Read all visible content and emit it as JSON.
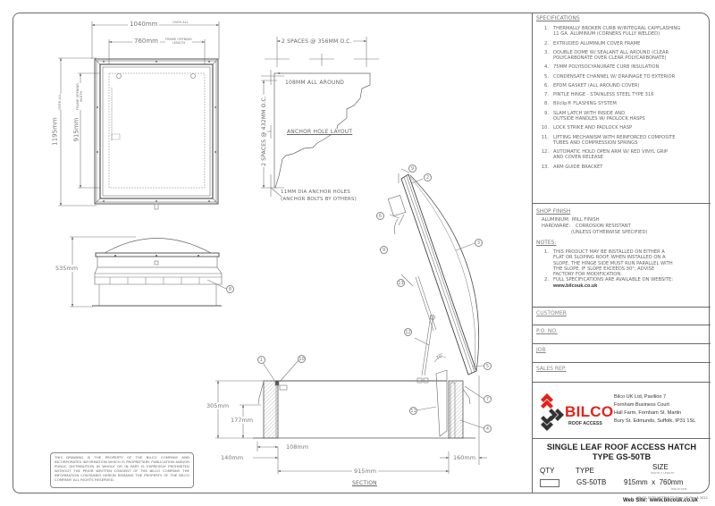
{
  "drawing": {
    "title_line1": "SINGLE LEAF ROOF ACCESS HATCH",
    "title_line2": "TYPE GS-50TB",
    "footer_code": "SD GS-50TB-METRIC TS Bilco UK Rev A 2021"
  },
  "plan_view": {
    "overall_width": "1040mm",
    "overall_width_note": "OVER ALL",
    "frame_opening_length": "760mm",
    "frame_opening_length_note_1": "FRAME OPENING",
    "frame_opening_length_note_2": "LENGTH",
    "overall_height": "1195mm",
    "overall_height_note": "OVER ALL",
    "frame_opening_width": "915mm",
    "frame_opening_width_note_1": "FRAME OPENING",
    "frame_opening_width_note_2": "WIDTH"
  },
  "anchor_layout": {
    "spacing_horizontal": "2 SPACES @ 356mm O.C.",
    "spacing_vertical": "2 SPACES @ 432mm O.C.",
    "offset": "108mm ALL AROUND",
    "title": "ANCHOR HOLE LAYOUT",
    "holes_note_1": "11mm DIA ANCHOR HOLES",
    "holes_note_2": "(ANCHOR BOLTS BY OTHERS)"
  },
  "elevation": {
    "height": "535mm",
    "balloon": "8"
  },
  "section": {
    "title": "SECTION",
    "curb_height": "305mm",
    "lower_height": "177mm",
    "inner_offset": "108mm",
    "left_width": "140mm",
    "right_width": "160mm",
    "opening": "915mm",
    "angle": "70°",
    "balloons": [
      "1",
      "10",
      "5",
      "7",
      "11",
      "4",
      "12",
      "13",
      "9",
      "6",
      "2",
      "3",
      "9"
    ]
  },
  "specifications": {
    "heading": "SPECIFICATIONS",
    "items": [
      {
        "num": "1.",
        "text": "THERMALLY BROKEN CURB W/INTEGRAL CAPFLASHING\n11 GA. ALUMINUM (CORNERS FULLY WELDED)"
      },
      {
        "num": "2.",
        "text": "EXTRUDED ALUMINUM COVER FRAME"
      },
      {
        "num": "3.",
        "text": "DOUBLE DOME W/ SEALANT ALL AROUND (CLEAR\nPOLYCARBONATE OVER CLEAR POLYCARBONATE)"
      },
      {
        "num": "4.",
        "text": "75mm POLYISOCYANURATE CURB INSULATION"
      },
      {
        "num": "5.",
        "text": "CONDENSATE CHANNEL W/ DRAINAGE TO EXTERIOR"
      },
      {
        "num": "6.",
        "text": "EPDM GASKET (ALL AROUND COVER)"
      },
      {
        "num": "7.",
        "text": "PINTLE HINGE - STAINLESS STEEL TYPE 316"
      },
      {
        "num": "8.",
        "text": "Bilclip® FLASHING SYSTEM"
      },
      {
        "num": "9.",
        "text": "SLAM LATCH WITH INSIDE AND\nOUTSIDE HANDLES W/ PADLOCK HASPS"
      },
      {
        "num": "10.",
        "text": "LOCK STRIKE AND PADLOCK HASP"
      },
      {
        "num": "11.",
        "text": "LIFTING MECHANISM WITH REINFORCED COMPOSITE\nTUBES AND COMPRESSION SPRINGS"
      },
      {
        "num": "12.",
        "text": "AUTOMATIC HOLD OPEN ARM W/ RED VINYL GRIP\nAND COVER RELEASE"
      },
      {
        "num": "13.",
        "text": "ARM GUIDE BRACKET"
      }
    ]
  },
  "shop_finish": {
    "heading": "SHOP FINISH",
    "aluminium_label": "ALUMINIUM:",
    "aluminium_value": "MILL FINISH",
    "hardware_label": "HARDWARE:",
    "hardware_value": "CORROSION RESISTANT",
    "hardware_note": "(UNLESS OTHERWISE SPECIFIED)"
  },
  "notes": {
    "heading": "NOTES:",
    "items": [
      {
        "num": "1.",
        "text": "THIS PRODUCT MAY BE INSTALLED ON EITHER A\nFLAT OR SLOPING ROOF. WHEN INSTALLED ON A\nSLOPE, THE HINGE SIDE MUST RUN PARALLEL WITH\nTHE SLOPE. IF SLOPE EXCEEDS 30°, ADVISE\nFACTORY FOR MODIFICATION."
      },
      {
        "num": "2.",
        "text": "FULL SPECIFICATIONS ARE AVAILABLE ON WEBSITE:"
      }
    ],
    "website": "www.bilcouk.co.uk"
  },
  "fields": {
    "customer": "CUSTOMER",
    "po_no": "P.O. NO.",
    "job": "JOB",
    "sales_rep": "SALES REP."
  },
  "company": {
    "logo_word": "BILCO",
    "logo_sub": "ROOF ACCESS",
    "address_1": "Bilco UK Ltd, Pavilion 7",
    "address_2": "Fornham Business Court",
    "address_3": "Hall Farm, Fornham St. Martin",
    "address_4": "Bury St. Edmunds, Suffolk, IP31 1SL",
    "brand_red": "#e2231a",
    "brand_dark": "#333333"
  },
  "order_table": {
    "qty_label": "QTY",
    "type_label": "TYPE",
    "size_label": "SIZE",
    "size_sub": "WIDTH x LENGTH",
    "qty_value": "",
    "type_value": "GS-50TB",
    "size_value": "915mm  x  760mm",
    "hinge_note": "HINGE SIDE",
    "web_label": "Web  Site:",
    "web_value": "www.bilcouk.co.uk"
  },
  "disclaimer": "THIS DRAWING IS THE PROPERTY OF THE BILCO COMPANY AND INCORPORATES INFORMATION WHICH IS PROPRIETARY. PUBLICATION AND/OR PUBLIC DISTRIBUTION IN WHOLE OR IN PART IS EXPRESSLY PROHIBITED WITHOUT THE PRIOR WRITTEN CONSENT OF THE BILCO COMPANY. THE INFORMATION CONTAINED HEREIN REMAINS THE PROPERTY OF THE BILCO COMPANY. ALL RIGHTS RESERVED."
}
